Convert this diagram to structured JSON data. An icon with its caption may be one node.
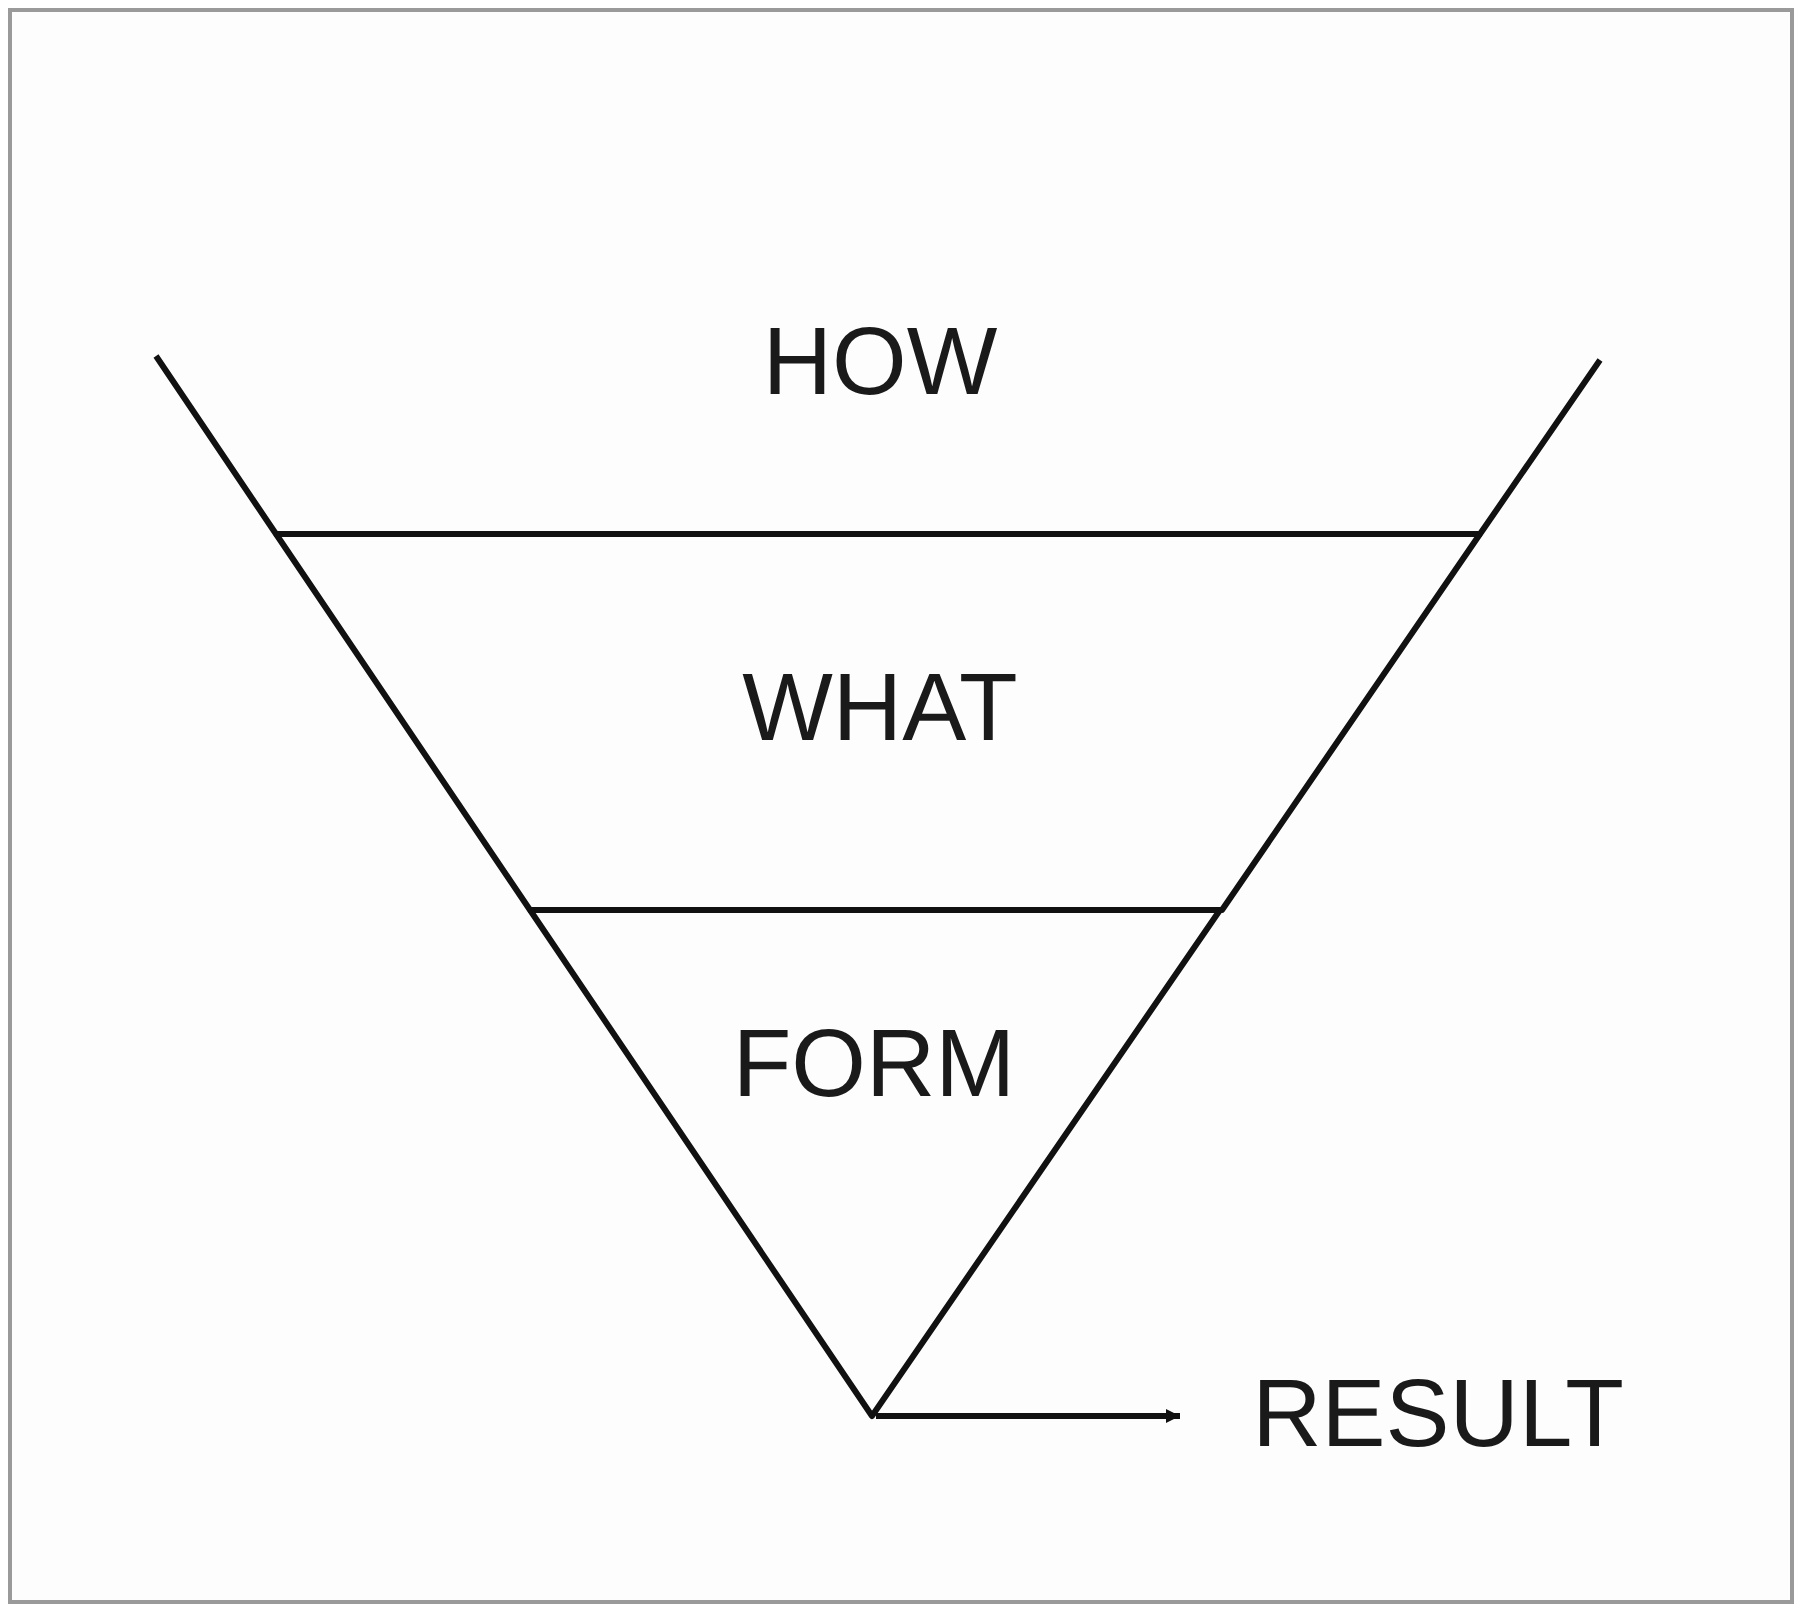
{
  "diagram": {
    "nodes": [
      {
        "text": [
          "HOW"
        ]
      },
      {
        "text": [
          "WHAT"
        ]
      },
      {
        "text": [
          "FORM"
        ]
      },
      {
        "text": [
          "RESULT"
        ]
      }
    ],
    "edges": [
      {
        "from": 2,
        "to": 3,
        "arrow": "to"
      }
    ]
  }
}
